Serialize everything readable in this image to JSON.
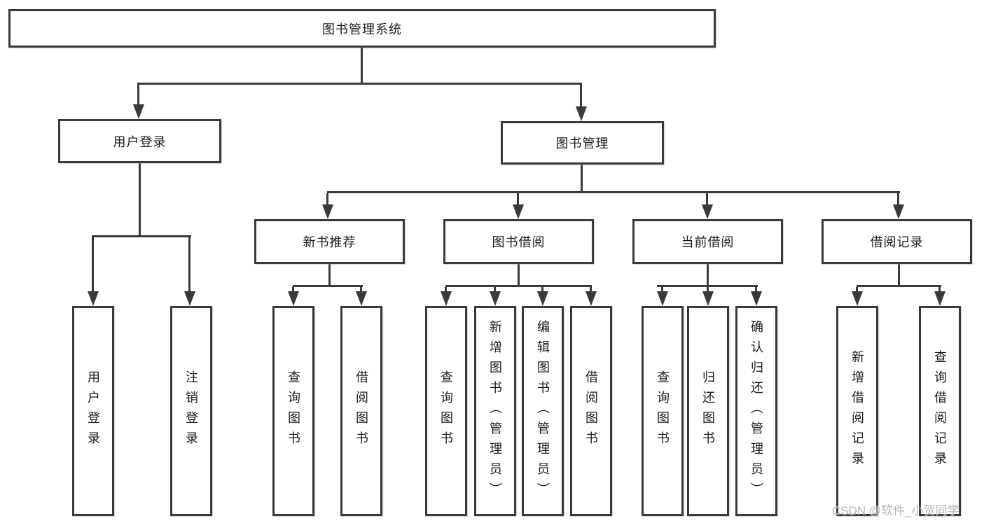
{
  "tree": {
    "label": "图书管理系统",
    "children": [
      {
        "label": "用户登录",
        "children": [
          {
            "label": "用户登录"
          },
          {
            "label": "注销登录"
          }
        ]
      },
      {
        "label": "图书管理",
        "children": [
          {
            "label": "新书推荐",
            "children": [
              {
                "label": "查询图书"
              },
              {
                "label": "借阅图书"
              }
            ]
          },
          {
            "label": "图书借阅",
            "children": [
              {
                "label": "查询图书"
              },
              {
                "label": "新增图书（管理员）"
              },
              {
                "label": "编辑图书（管理员）"
              },
              {
                "label": "借阅图书"
              }
            ]
          },
          {
            "label": "当前借阅",
            "children": [
              {
                "label": "查询图书"
              },
              {
                "label": "归还图书"
              },
              {
                "label": "确认归还（管理员）"
              }
            ]
          },
          {
            "label": "借阅记录",
            "children": [
              {
                "label": "新增借阅记录"
              },
              {
                "label": "查询借阅记录"
              }
            ]
          }
        ]
      }
    ]
  },
  "watermark": {
    "text": "CSDN @软件_小贺同学"
  },
  "colors": {
    "line": "#3a3a3a",
    "node_border": "#3a3a3a",
    "node_text": "#1c1c1c",
    "background": "#ffffff",
    "watermark": "#b6b6b6"
  }
}
